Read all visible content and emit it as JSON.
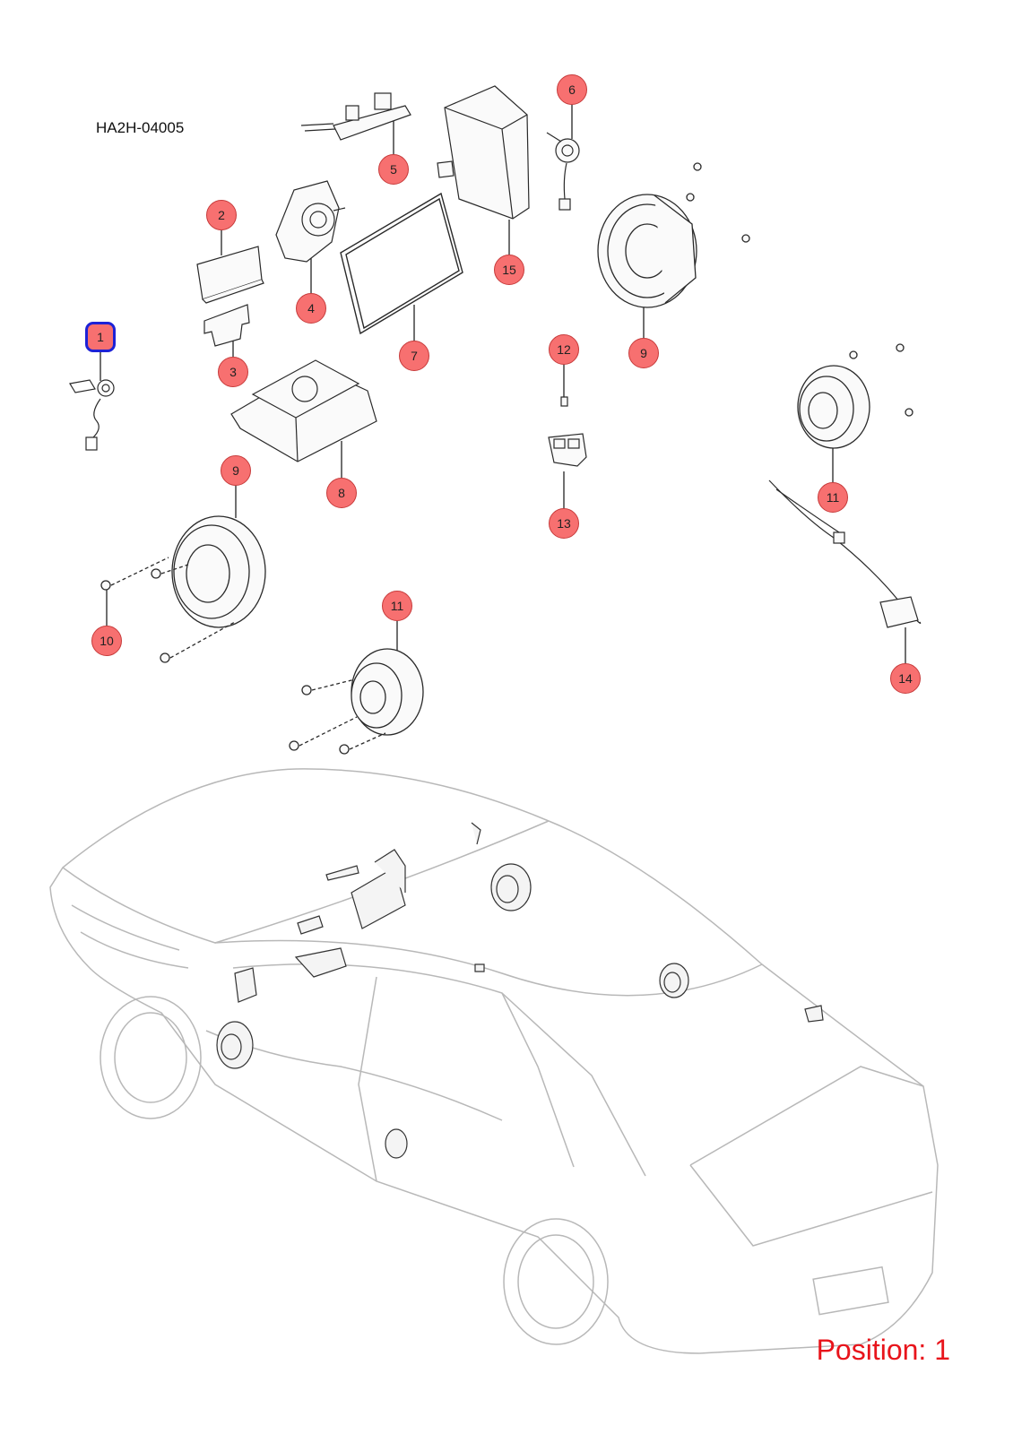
{
  "diagram_code": "HA2H-04005",
  "position_label": "Position: 1",
  "selected_part": "1",
  "colors": {
    "callout_fill": "#f77070",
    "callout_border": "#c73b3b",
    "selected_outline": "#1d22d6",
    "position_text": "#e8141b",
    "part_lines": "#2a2a2a",
    "car_outline": "#b8b8b8"
  },
  "callouts": [
    {
      "id": "c1",
      "label": "1"
    },
    {
      "id": "c2",
      "label": "2"
    },
    {
      "id": "c3",
      "label": "3"
    },
    {
      "id": "c4",
      "label": "4"
    },
    {
      "id": "c5",
      "label": "5"
    },
    {
      "id": "c6",
      "label": "6"
    },
    {
      "id": "c7",
      "label": "7"
    },
    {
      "id": "c8",
      "label": "8"
    },
    {
      "id": "c9a",
      "label": "9"
    },
    {
      "id": "c9b",
      "label": "9"
    },
    {
      "id": "c10",
      "label": "10"
    },
    {
      "id": "c11a",
      "label": "11"
    },
    {
      "id": "c11b",
      "label": "11"
    },
    {
      "id": "c12",
      "label": "12"
    },
    {
      "id": "c13",
      "label": "13"
    },
    {
      "id": "c14",
      "label": "14"
    },
    {
      "id": "c15",
      "label": "15"
    }
  ]
}
